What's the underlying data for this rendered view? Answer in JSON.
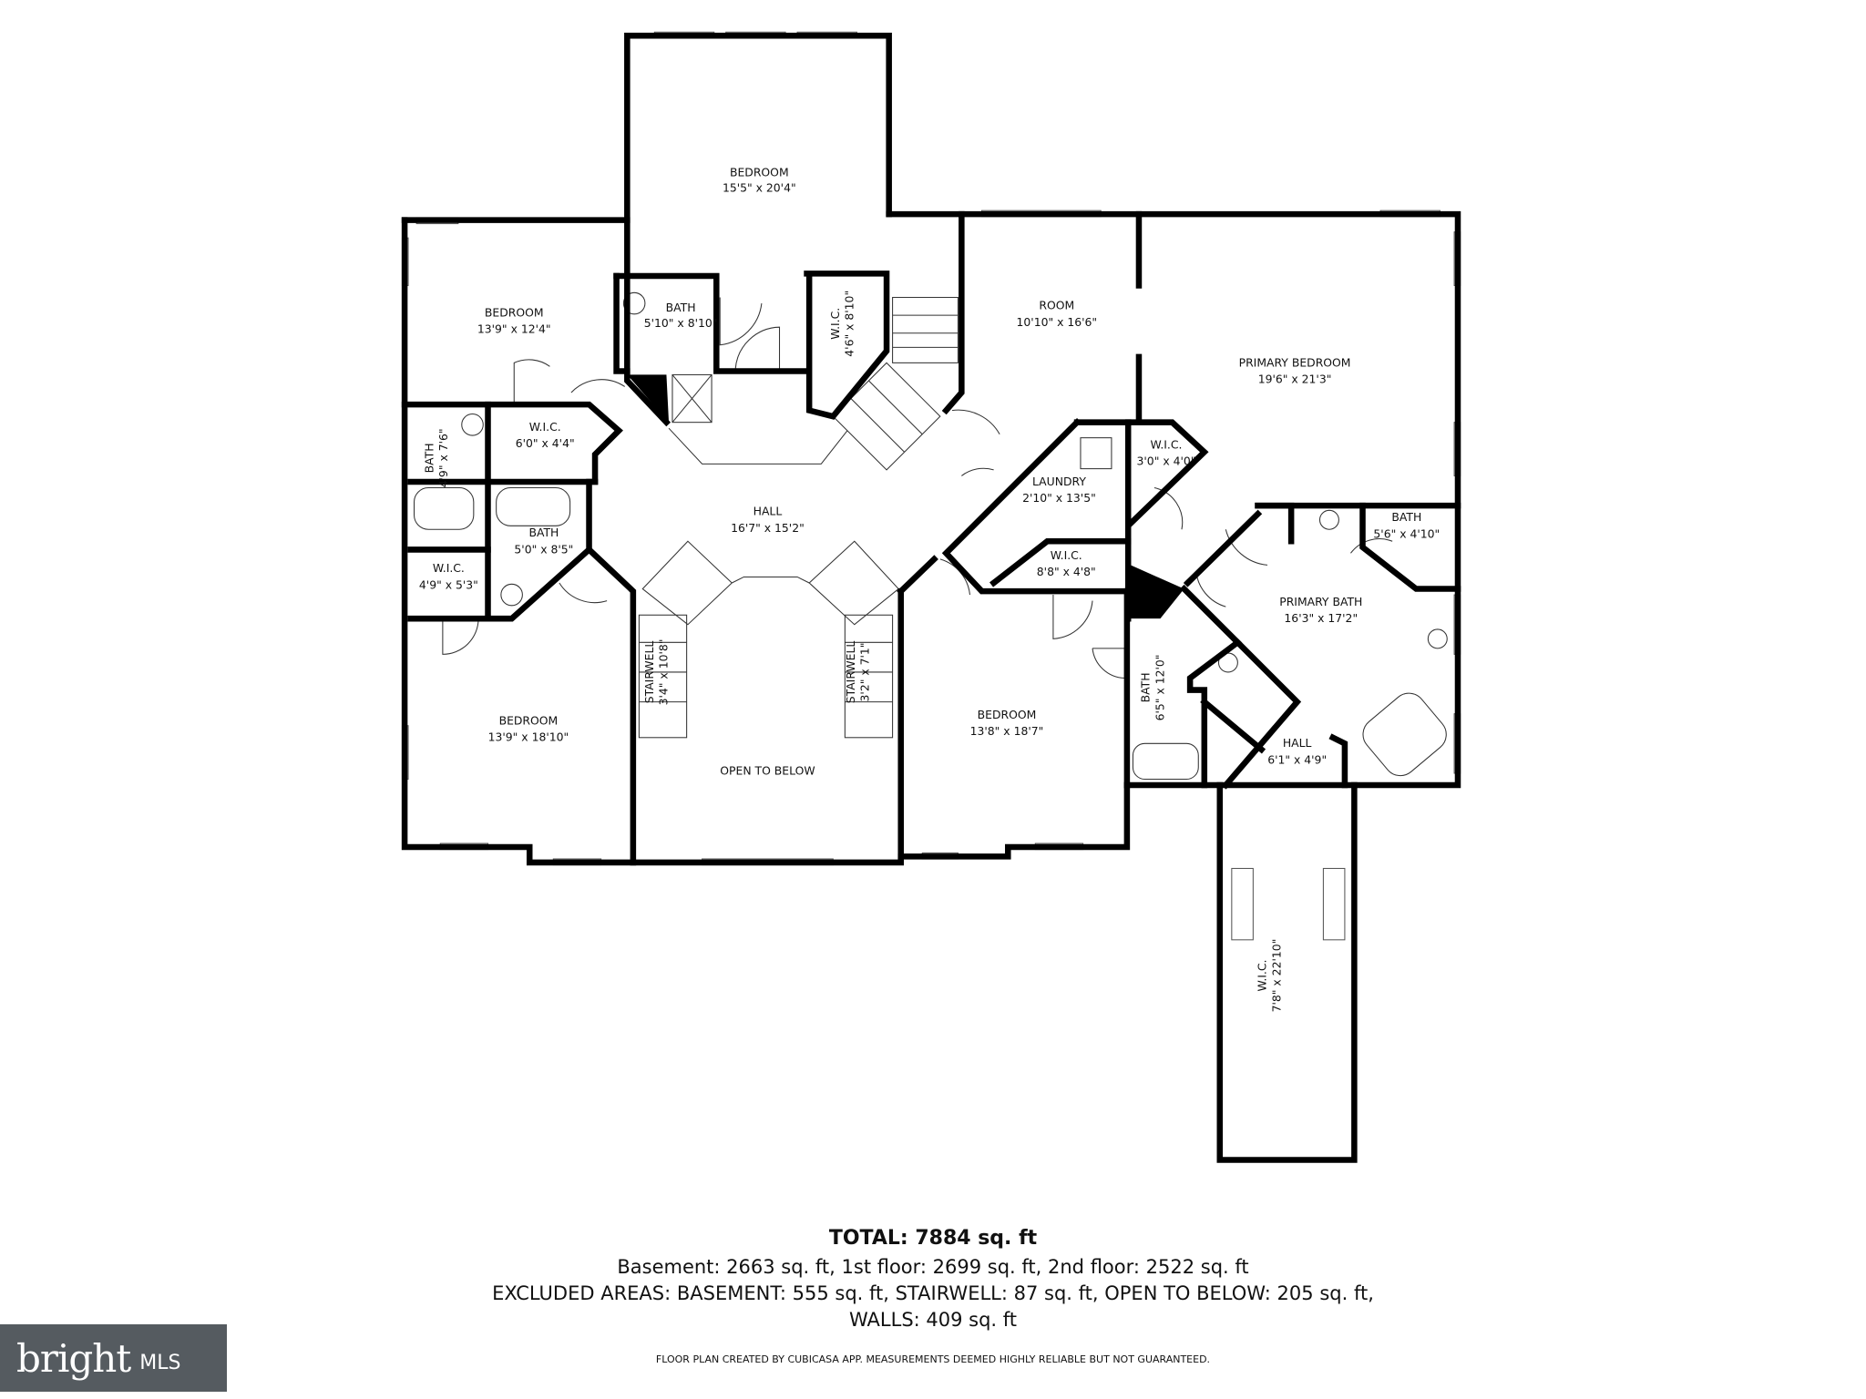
{
  "rooms": [
    {
      "name": "BEDROOM",
      "dims": "15'5\" x 20'4\""
    },
    {
      "name": "BEDROOM",
      "dims": "13'9\" x 12'4\""
    },
    {
      "name": "BATH",
      "dims": "5'10\" x 8'10\""
    },
    {
      "name": "W.I.C.",
      "dims": "4'6\" x 8'10\""
    },
    {
      "name": "ROOM",
      "dims": "10'10\" x 16'6\""
    },
    {
      "name": "PRIMARY BEDROOM",
      "dims": "19'6\" x 21'3\""
    },
    {
      "name": "BATH",
      "dims": "4'9\" x 7'6\""
    },
    {
      "name": "W.I.C.",
      "dims": "6'0\" x 4'4\""
    },
    {
      "name": "LAUNDRY",
      "dims": "2'10\" x 13'5\""
    },
    {
      "name": "W.I.C.",
      "dims": "3'0\" x 4'0\""
    },
    {
      "name": "HALL",
      "dims": "16'7\" x 15'2\""
    },
    {
      "name": "BATH",
      "dims": "5'0\" x 8'5\""
    },
    {
      "name": "BATH",
      "dims": "5'6\" x 4'10\""
    },
    {
      "name": "W.I.C.",
      "dims": "8'8\" x 4'8\""
    },
    {
      "name": "W.I.C.",
      "dims": "4'9\" x 5'3\""
    },
    {
      "name": "PRIMARY BATH",
      "dims": "16'3\" x 17'2\""
    },
    {
      "name": "STAIRWELL",
      "dims": "3'4\" x 10'8\""
    },
    {
      "name": "STAIRWELL",
      "dims": "3'2\" x 7'1\""
    },
    {
      "name": "BATH",
      "dims": "6'5\" x 12'0\""
    },
    {
      "name": "BEDROOM",
      "dims": "13'9\" x 18'10\""
    },
    {
      "name": "BEDROOM",
      "dims": "13'8\" x 18'7\""
    },
    {
      "name": "OPEN TO BELOW",
      "dims": ""
    },
    {
      "name": "HALL",
      "dims": "6'1\" x 4'9\""
    },
    {
      "name": "W.I.C.",
      "dims": "7'8\" x 22'10\""
    }
  ],
  "summary": {
    "total": "TOTAL: 7884 sq. ft",
    "floors": "Basement: 2663 sq. ft, 1st floor: 2699 sq. ft, 2nd floor: 2522 sq. ft",
    "excluded": "EXCLUDED AREAS: BASEMENT: 555 sq. ft, STAIRWELL: 87 sq. ft, OPEN TO BELOW: 205 sq. ft,",
    "walls": "WALLS: 409 sq. ft",
    "disclaimer": "FLOOR PLAN CREATED BY CUBICASA APP. MEASUREMENTS DEEMED HIGHLY RELIABLE BUT NOT GUARANTEED."
  },
  "logo": {
    "brand": "bright",
    "suffix": "MLS",
    "color": "#555b60"
  }
}
